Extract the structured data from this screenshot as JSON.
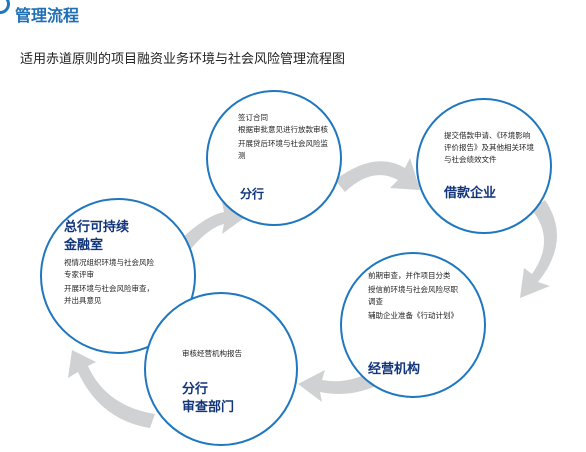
{
  "header": {
    "title": "管理流程",
    "subtitle": "适用赤道原则的项目融资业务环境与社会风险管理流程图"
  },
  "colors": {
    "accent": "#1f77bf",
    "heading": "#12357a",
    "arrow": "#cfd1d3"
  },
  "nodes": {
    "branch_top": {
      "items": [
        "签订合同",
        "根据审批意见进行放款审核",
        "开展贷后环境与社会风险监测"
      ],
      "heading": "分行"
    },
    "borrower": {
      "items": [
        "提交借款申请、《环境影响评价报告》及其他相关环境与社会绩效文件"
      ],
      "heading": "借款企业"
    },
    "operator": {
      "items": [
        "前期审查，并作项目分类",
        "授信前环境与社会风险尽职调查",
        "辅助企业准备《行动计划》"
      ],
      "heading": "经营机构"
    },
    "review": {
      "items": [
        "审核经营机构报告"
      ],
      "heading_line1": "分行",
      "heading_line2": "审查部门"
    },
    "head_office": {
      "heading_line1": "总行可持续",
      "heading_line2": "金融室",
      "items": [
        "视情况组织环境与社会风险专家评审",
        "开展环境与社会风险审查，并出具意见"
      ]
    }
  }
}
